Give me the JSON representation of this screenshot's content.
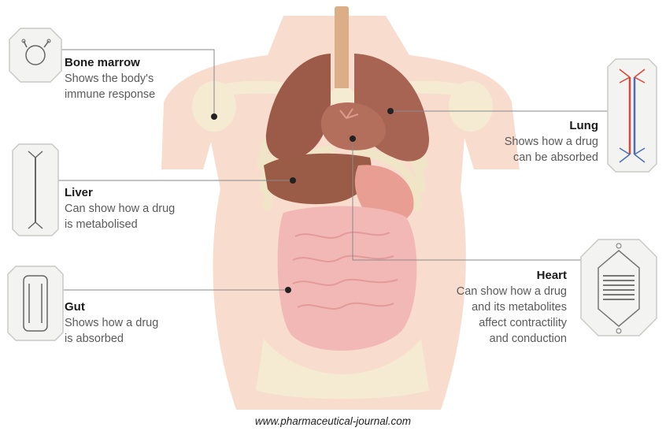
{
  "organs": [
    {
      "id": "bone-marrow",
      "title": "Bone marrow",
      "lines": [
        "Shows the body's",
        "immune response"
      ],
      "icon": "bone-marrow-chip-icon"
    },
    {
      "id": "liver",
      "title": "Liver",
      "lines": [
        "Can show how a drug",
        "is metabolised"
      ],
      "icon": "liver-chip-icon"
    },
    {
      "id": "gut",
      "title": "Gut",
      "lines": [
        "Shows how a drug",
        "is absorbed"
      ],
      "icon": "gut-chip-icon"
    },
    {
      "id": "lung",
      "title": "Lung",
      "lines": [
        "Shows how a drug",
        "can be absorbed"
      ],
      "icon": "lung-chip-icon"
    },
    {
      "id": "heart",
      "title": "Heart",
      "lines": [
        "Can show how a drug",
        "and its metabolites",
        "affect contractility",
        "and conduction"
      ],
      "icon": "heart-chip-icon"
    }
  ],
  "credit": "www.pharmaceutical-journal.com",
  "colors": {
    "skin": "#f8dccd",
    "bone": "#f4ebd2",
    "organ_dark": "#9c5a48",
    "intestine": "#f2b8b6",
    "line": "#8a8a8a",
    "chip_red": "#d9473a",
    "chip_blue": "#4a6fb5"
  }
}
